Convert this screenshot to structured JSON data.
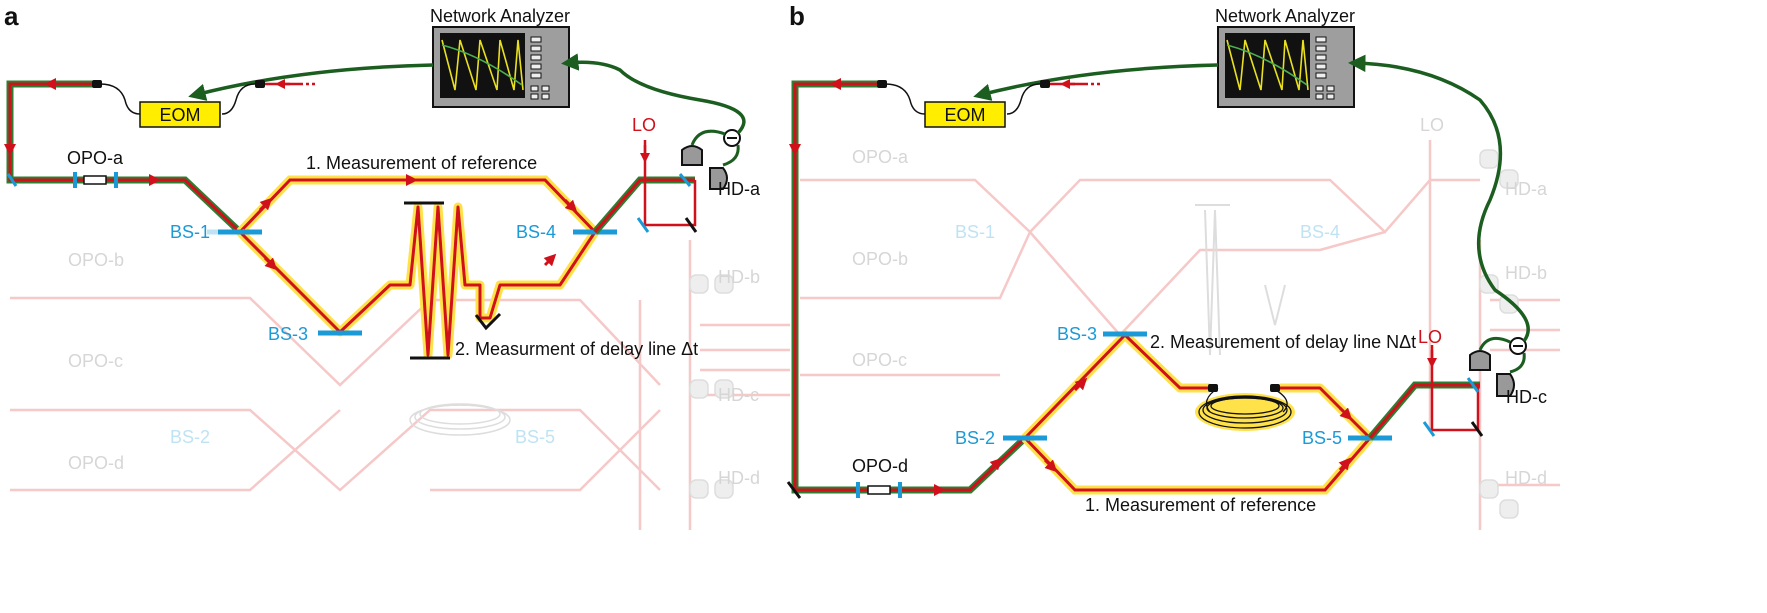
{
  "figure": {
    "panel_a": {
      "letter": "a",
      "instrument": "Network Analyzer",
      "modulator": "EOM",
      "opo": "OPO-a",
      "path_reference": "1. Measurement of reference",
      "path_delay": "2. Measurment of delay line Δt",
      "beamsplitters": [
        "BS-1",
        "BS-3",
        "BS-4"
      ],
      "local_oscillator": "LO",
      "detector": "HD-a",
      "faint_labels": [
        "OPO-b",
        "OPO-c",
        "OPO-d",
        "BS-2",
        "BS-5",
        "HD-b",
        "HD-c",
        "HD-d"
      ]
    },
    "panel_b": {
      "letter": "b",
      "instrument": "Network Analyzer",
      "modulator": "EOM",
      "opo": "OPO-d",
      "path_reference": "1. Measurement of reference",
      "path_delay": "2. Measurement of delay line NΔt",
      "beamsplitters": [
        "BS-2",
        "BS-3",
        "BS-5"
      ],
      "local_oscillator": "LO",
      "detector": "HD-c",
      "faint_labels": [
        "OPO-a",
        "OPO-b",
        "OPO-c",
        "BS-1",
        "BS-4",
        "LO",
        "HD-a",
        "HD-b",
        "HD-d"
      ]
    },
    "colors": {
      "beam": "#d0101a",
      "beam_glow": "#ffe14a",
      "fiber_green": "#1b5e20",
      "splitter_blue": "#1a9ad6",
      "eom_fill": "#ffee00",
      "faint_beam": "#f6c8c8"
    }
  }
}
